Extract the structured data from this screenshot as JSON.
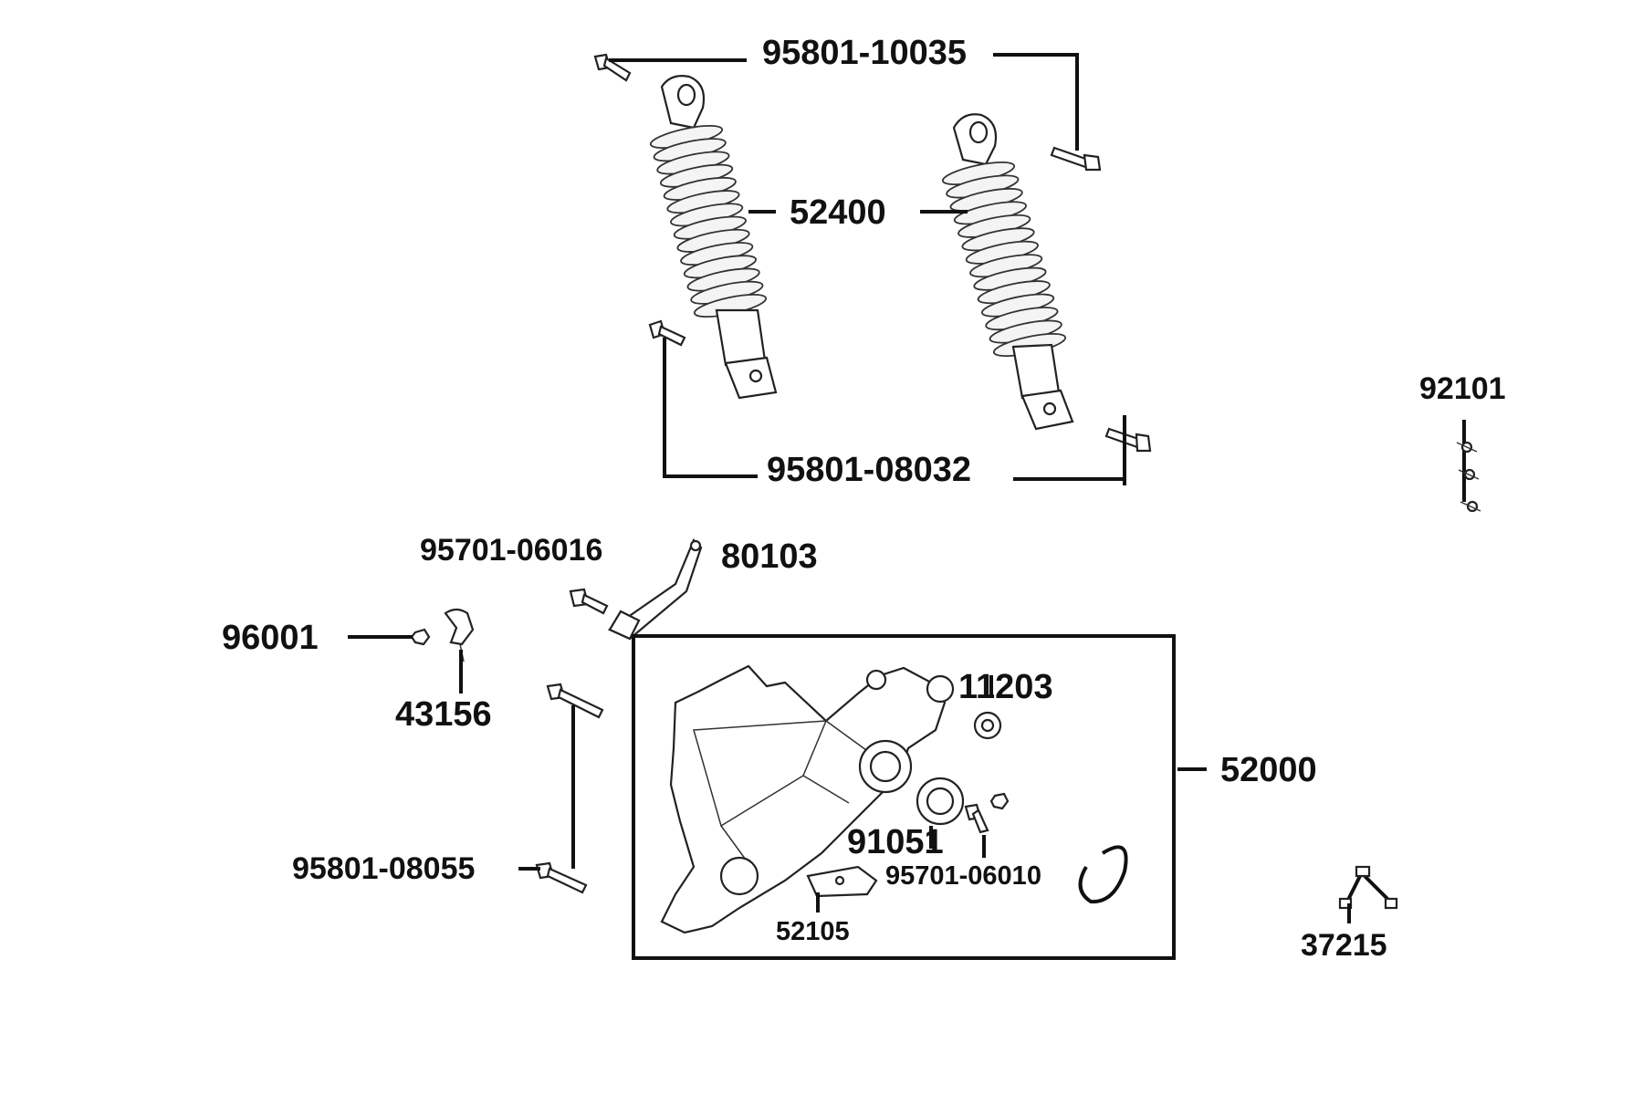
{
  "diagram": {
    "part_numbers": {
      "screw_upper_shock": "95801-10035",
      "rear_shock_absorber": "52400",
      "screw_lower_shock": "95801-08032",
      "clamp_92101": "92101",
      "screw_95701_06016": "95701-06016",
      "bracket_80103": "80103",
      "nut_96001": "96001",
      "clip_43156": "43156",
      "collar_11203": "11203",
      "swing_arm_assembly": "52000",
      "bearing_91051": "91051",
      "screw_95701_06010": "95701-06010",
      "screw_95801_08055": "95801-08055",
      "plate_52105": "52105",
      "harness_37215": "37215"
    }
  }
}
